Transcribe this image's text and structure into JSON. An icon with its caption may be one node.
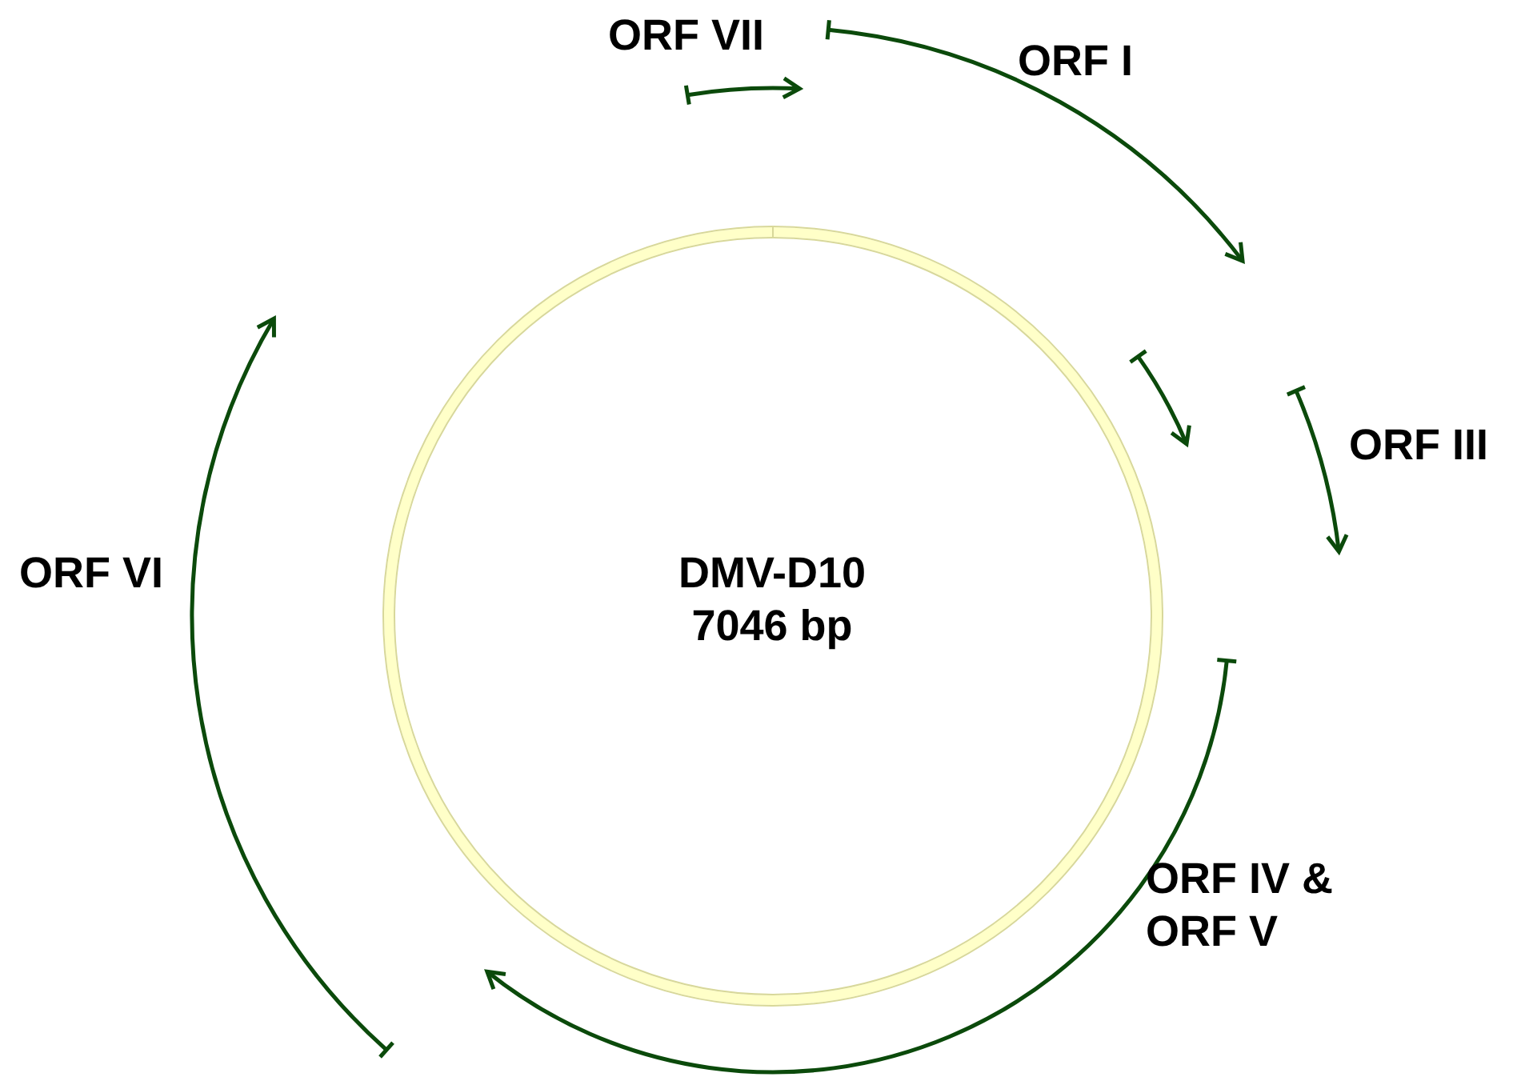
{
  "diagram": {
    "labels": [
      "ORF VII",
      "ORF I",
      "ORF III",
      "ORF VI",
      "DMV-D10 7046 bp",
      "ORF IV & ORF V"
    ]
  }
}
